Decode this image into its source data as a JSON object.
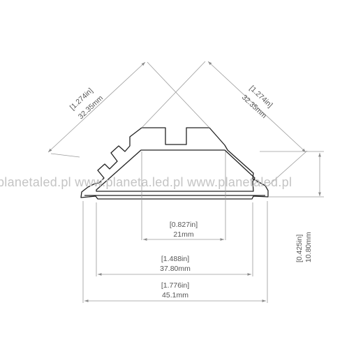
{
  "watermark": "planetaled.pl www.planeta.led.pl www.planetaled.pl",
  "dimensions": {
    "diag_left_in": "[1.274in]",
    "diag_left_mm": "32.35mm",
    "diag_right_in": "[1.274in]",
    "diag_right_mm": "32.35mm",
    "inner_in": "[0.827in]",
    "inner_mm": "21mm",
    "mid_in": "[1.488in]",
    "mid_mm": "37.80mm",
    "total_in": "[1.776in]",
    "total_mm": "45.1mm",
    "height_in": "[0.425in]",
    "height_mm": "10.80mm"
  },
  "colors": {
    "outline": "#222222",
    "dimension_line": "#9a9a9a",
    "text": "#555555",
    "watermark": "#c4c4c4"
  }
}
